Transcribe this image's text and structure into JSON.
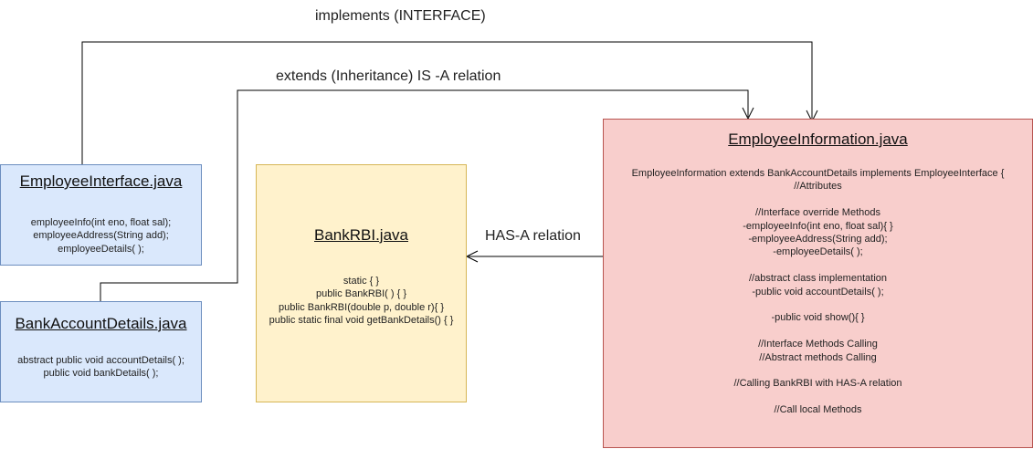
{
  "edges": {
    "implements_label": "implements (INTERFACE)",
    "extends_label": "extends (Inheritance) IS -A relation",
    "has_a_label": "HAS-A relation"
  },
  "employee_interface": {
    "title": "EmployeeInterface.java",
    "lines": [
      "employeeInfo(int eno, float sal);",
      "employeeAddress(String add);",
      "employeeDetails( );"
    ]
  },
  "bank_account_details": {
    "title": "BankAccountDetails.java",
    "lines": [
      "abstract public void accountDetails( );",
      "public void bankDetails( );"
    ]
  },
  "bank_rbi": {
    "title": "BankRBI.java",
    "lines": [
      "static { }",
      "public BankRBI( ) { }",
      "public BankRBI(double p, double r){ }",
      "public static final void getBankDetails() { }"
    ]
  },
  "employee_information": {
    "title": "EmployeeInformation.java",
    "lines": [
      "EmployeeInformation extends BankAccountDetails implements EmployeeInterface {",
      "//Attributes",
      "",
      "//Interface override Methods",
      "-employeeInfo(int eno, float sal){ }",
      "-employeeAddress(String add);",
      "-employeeDetails( );",
      "",
      "//abstract class implementation",
      "-public void accountDetails( );",
      "",
      "-public void show(){ }",
      "",
      "//Interface Methods Calling",
      "//Abstract methods Calling",
      "",
      "//Calling BankRBI with HAS-A relation",
      "",
      "//Call local Methods"
    ]
  },
  "colors": {
    "interface_fill": "#dae8fc",
    "abstract_fill": "#dae8fc",
    "rbi_fill": "#fff2cc",
    "employee_info_fill": "#f8cecc"
  }
}
